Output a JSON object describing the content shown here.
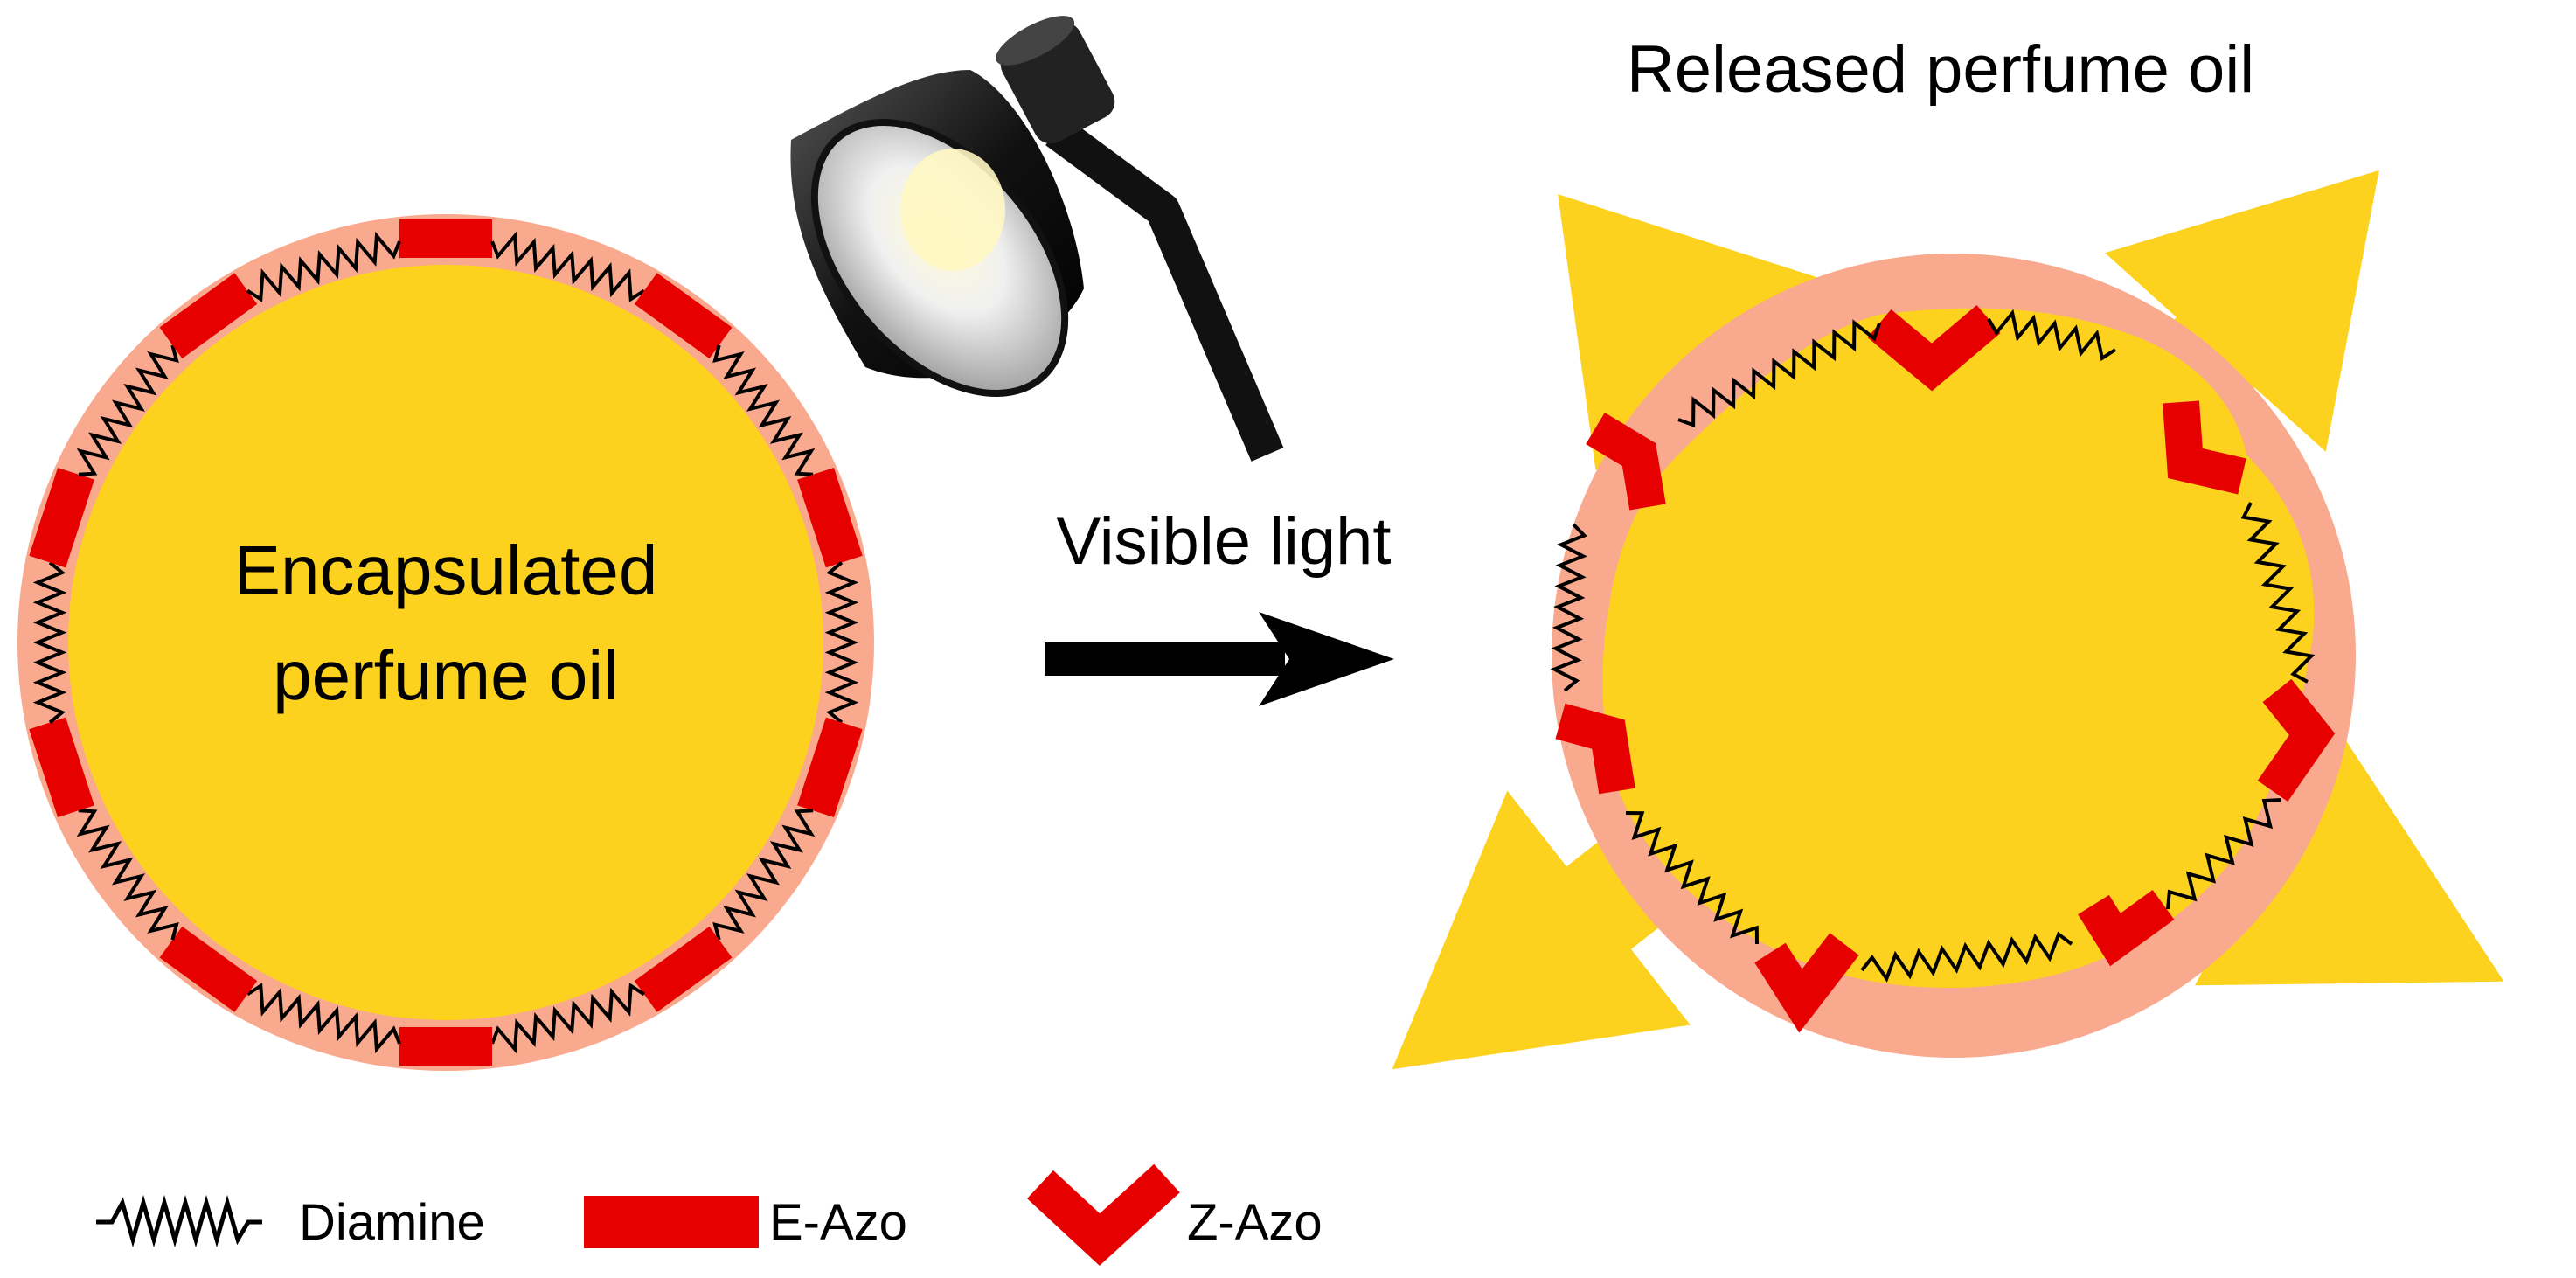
{
  "labels": {
    "encapsulated_line1": "Encapsulated",
    "encapsulated_line2": "perfume oil",
    "visible_light": "Visible light",
    "released": "Released perfume oil"
  },
  "legend": {
    "diamine": "Diamine",
    "e_azo": "E-Azo",
    "z_azo": "Z-Azo"
  },
  "colors": {
    "oil": "#FCD21E",
    "shell": "#F9A98E",
    "azo": "#E60000",
    "diamine": "#000000",
    "arrow": "#000000",
    "lamp": "#111111"
  },
  "icons": [
    "desk-lamp-icon",
    "arrow-right-icon",
    "release-arrow-icon"
  ]
}
